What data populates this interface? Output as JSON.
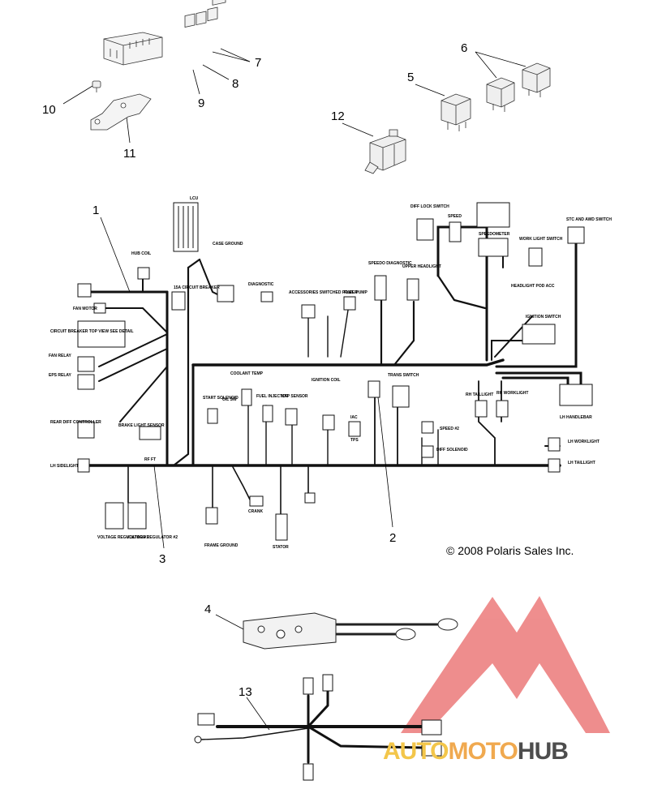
{
  "callouts": [
    "1",
    "2",
    "3",
    "4",
    "5",
    "6",
    "7",
    "8",
    "9",
    "10",
    "11",
    "12",
    "13"
  ],
  "labels": {
    "lcu": "LCU",
    "hub_coil": "HUB COIL",
    "case_ground": "CASE GROUND",
    "diagnostic": "DIAGNOSTIC",
    "fan_motor": "FAN MOTOR",
    "circuit_breaker": "CIRCUIT BREAKER TOP VIEW SEE DETAIL",
    "circuit_breaker_15a": "15A CIRCUIT BREAKER",
    "accessories": "ACCESSORIES SWITCHED POWER",
    "fuel_pump": "FUEL PUMP",
    "speedo_diagnostic": "SPEEDO DIAGNOSTIC",
    "upper_headlight": "UPPER HEADLIGHT",
    "diff_lock_switch": "DIFF LOCK SWITCH",
    "speed": "SPEED",
    "speedometer": "SPEEDOMETER",
    "work_light_switch": "WORK LIGHT SWITCH",
    "headlight_pod": "HEADLIGHT POD ACC",
    "stc_awd_switch": "STC AND AWD SWITCH",
    "ignition_switch": "IGNITION SWITCH",
    "fan_relay": "FAN RELAY",
    "eps_relay": "EPS RELAY",
    "rear_diff_controller": "REAR DIFF CONTROLLER",
    "brake_light_sensor": "BRAKE LIGHT SENSOR",
    "lh_sidelight": "LH SIDELIGHT",
    "rf_ft": "RF FT",
    "starter_solenoid": "START SOLENOID",
    "coolant_temp": "COOLANT TEMP",
    "oil_sw": "OIL SW",
    "fuel_injector": "FUEL INJECTOR",
    "map_sensor": "MAP SENSOR",
    "ignition_coil": "IGNITION COIL",
    "trans_switch": "TRANS SWITCH",
    "rh_taillight": "RH TAILLIGHT",
    "rh_worklight": "RH WORKLIGHT",
    "lh_handlebar": "LH HANDLEBAR",
    "iac": "IAC",
    "tps": "TPS",
    "speed_2": "SPEED #2",
    "diff_solenoid": "DIFF SOLENOID",
    "lh_worklight": "LH WORKLIGHT",
    "lh_taillight": "LH TAILLIGHT",
    "crank": "CRANK",
    "frame_ground": "FRAME GROUND",
    "stator": "STATOR",
    "voltage_regulator_1": "VOLTAGE REGULATOR #1",
    "voltage_regulator_2": "VOLTAGE REGULATOR #2"
  },
  "copyright": "© 2008 Polaris Sales Inc.",
  "watermark": {
    "part1": "AUTO",
    "part2": "MOTO",
    "part3": "HUB",
    "color_logo": "#e25c5c",
    "color_part1": "#f3c64a",
    "color_part2": "#f0a94f",
    "color_part3": "#4d4d4d"
  }
}
